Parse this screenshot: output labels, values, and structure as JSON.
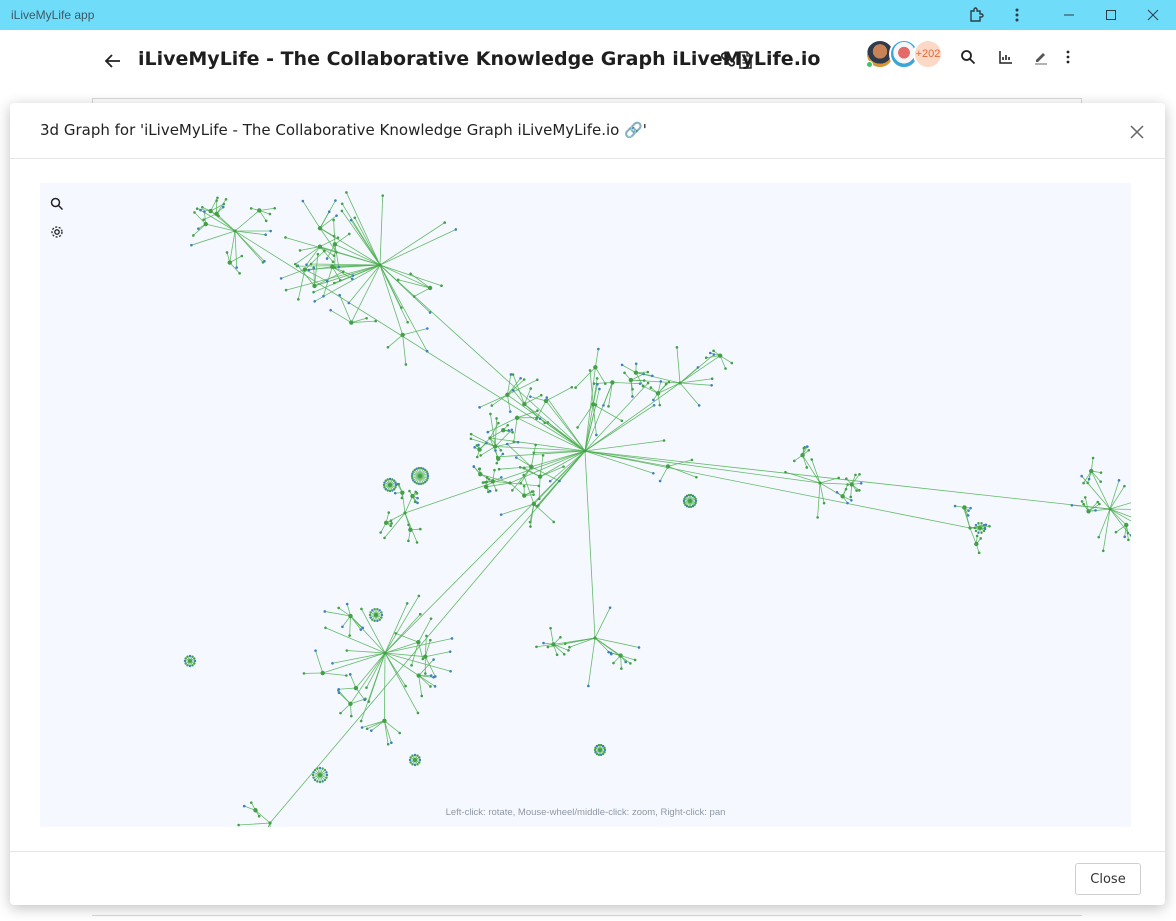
{
  "window": {
    "app_title": "iLiveMyLife app",
    "controls": [
      "extensions-icon",
      "kebab-icon",
      "minimize-icon",
      "maximize-icon",
      "close-icon"
    ]
  },
  "header": {
    "title": "iLiveMyLife - The Collaborative Knowledge Graph iLiveMyLife.io",
    "title_icons": [
      "link-icon",
      "document-icon"
    ],
    "participants_extra": "+202",
    "actions": [
      "search-icon",
      "chart-icon",
      "edit-icon",
      "kebab-icon"
    ]
  },
  "modal": {
    "title": "3d Graph for 'iLiveMyLife - The Collaborative Knowledge Graph iLiveMyLife.io ",
    "title_link_glyph": "🔗",
    "title_suffix": "'",
    "tools": [
      "search-icon",
      "settings-icon"
    ],
    "hint": "Left-click: rotate, Mouse-wheel/middle-click: zoom, Right-click: pan",
    "close_label": "Close"
  },
  "colors": {
    "titlebar": "#6fdcfa",
    "graph_background": "#f5f8fe",
    "link": "#4caf50",
    "node": "#43a047",
    "node_alt": "#3f7fbf",
    "accent_link": "#1e88e5",
    "avatar_count_bg": "#fcd9c7",
    "avatar_count_text": "#e06a3a"
  }
}
